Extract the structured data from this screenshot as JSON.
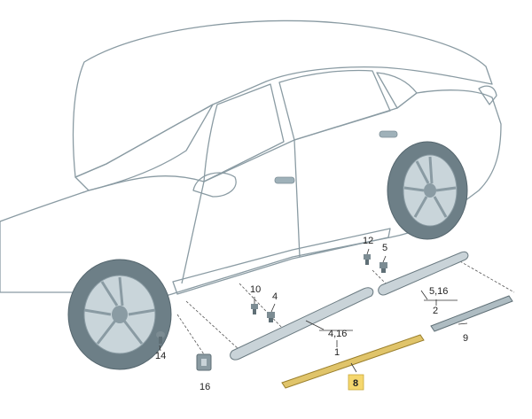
{
  "labels": {
    "part_1": "1",
    "part_2": "2",
    "part_4": "4",
    "part_5": "5",
    "part_8": "8",
    "part_9": "9",
    "part_10": "10",
    "part_12": "12",
    "part_14": "14",
    "part_16": "16",
    "part_4_16": "4,16",
    "part_5_16": "5,16"
  },
  "colors": {
    "car_body": "#cfdce2",
    "car_shade": "#b3c5cd",
    "window": "#9fb4bd",
    "tire": "#6d7f87",
    "trim_metal": "#c9d3d8",
    "highlight_strip": "#e0c46a",
    "highlight_badge": "#f5d76e"
  }
}
